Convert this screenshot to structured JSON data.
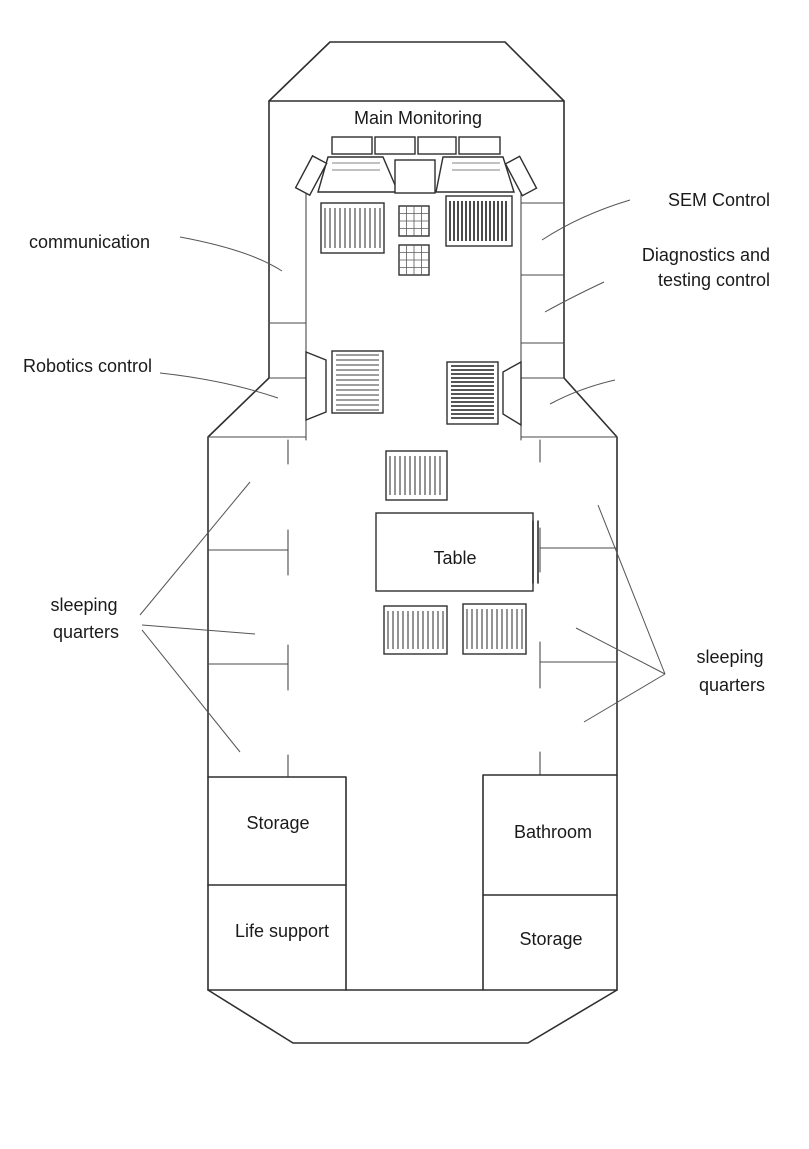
{
  "labels": {
    "main_monitoring": "Main Monitoring",
    "sem_control": "SEM Control",
    "communication": "communication",
    "diagnostics_line1": "Diagnostics and",
    "diagnostics_line2": "testing control",
    "robotics_control": "Robotics control",
    "table": "Table",
    "sleeping_left_line1": "sleeping",
    "sleeping_left_line2": "quarters",
    "sleeping_right_line1": "sleeping",
    "sleeping_right_line2": "quarters",
    "storage_left": "Storage",
    "life_support": "Life support",
    "bathroom": "Bathroom",
    "storage_right": "Storage"
  }
}
